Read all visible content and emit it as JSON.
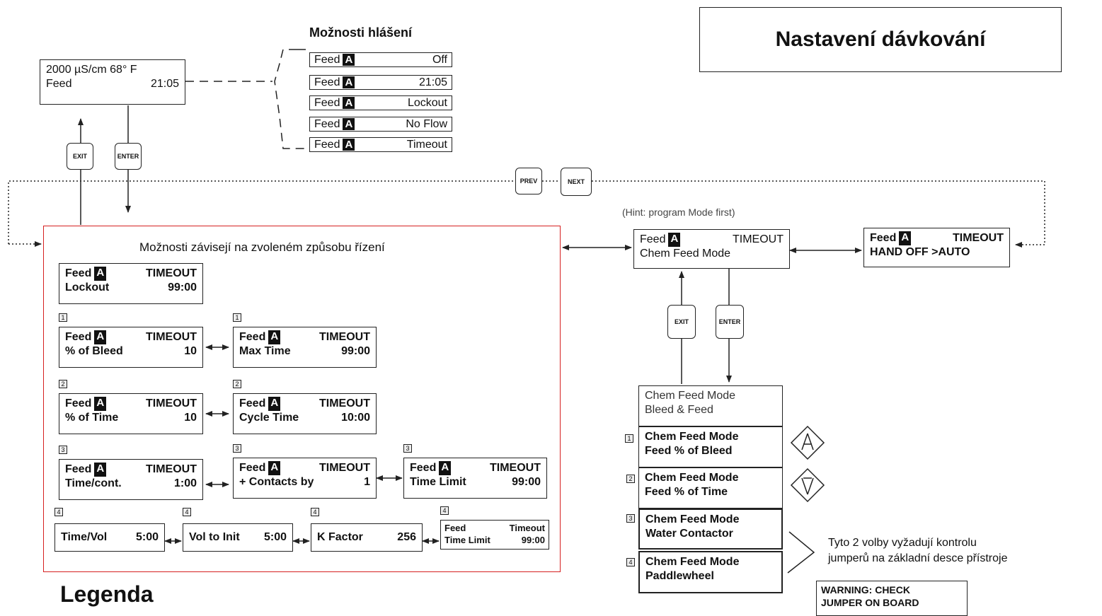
{
  "title": "Nastavení dávkování",
  "main_display": {
    "line1": "2000 µS/cm 68° F",
    "line2_left": "Feed",
    "line2_right": "21:05"
  },
  "reports": {
    "heading": "Možnosti hlášení",
    "items": [
      {
        "label": "Feed",
        "badge": "A",
        "status": "Off"
      },
      {
        "label": "Feed",
        "badge": "A",
        "status": "21:05"
      },
      {
        "label": "Feed",
        "badge": "A",
        "status": "Lockout"
      },
      {
        "label": "Feed",
        "badge": "A",
        "status": "No Flow"
      },
      {
        "label": "Feed",
        "badge": "A",
        "status": "Timeout"
      }
    ]
  },
  "keys": {
    "exit": "EXIT",
    "enter": "ENTER",
    "prev": "PREV",
    "next": "NEXT"
  },
  "hint": "(Hint: program Mode first)",
  "mode_screen": {
    "label": "Feed",
    "badge": "A",
    "timeout": "TIMEOUT",
    "line2": "Chem Feed Mode"
  },
  "hoa_screen": {
    "label": "Feed",
    "badge": "A",
    "timeout": "TIMEOUT",
    "line2": "HAND  OFF  >AUTO"
  },
  "panel": {
    "caption": "Možnosti závisejí na zvoleném způsobu řízení",
    "lockout": {
      "label": "Feed",
      "badge": "A",
      "timeout": "TIMEOUT",
      "name": "Lockout",
      "value": "99:00"
    },
    "row1": [
      {
        "tag": "1",
        "label": "Feed",
        "badge": "A",
        "timeout": "TIMEOUT",
        "name": "% of Bleed",
        "value": "10"
      },
      {
        "tag": "1",
        "label": "Feed",
        "badge": "A",
        "timeout": "TIMEOUT",
        "name": "Max Time",
        "value": "99:00"
      }
    ],
    "row2": [
      {
        "tag": "2",
        "label": "Feed",
        "badge": "A",
        "timeout": "TIMEOUT",
        "name": "% of Time",
        "value": "10"
      },
      {
        "tag": "2",
        "label": "Feed",
        "badge": "A",
        "timeout": "TIMEOUT",
        "name": "Cycle Time",
        "value": "10:00"
      }
    ],
    "row3": [
      {
        "tag": "3",
        "label": "Feed",
        "badge": "A",
        "timeout": "TIMEOUT",
        "name": "Time/cont.",
        "value": "1:00"
      },
      {
        "tag": "3",
        "label": "Feed",
        "badge": "A",
        "timeout": "TIMEOUT",
        "name": "+ Contacts by",
        "value": "1"
      },
      {
        "tag": "3",
        "label": "Feed",
        "badge": "A",
        "timeout": "TIMEOUT",
        "name": "Time Limit",
        "value": "99:00"
      }
    ],
    "row4": [
      {
        "tag": "4",
        "name": "Time/Vol",
        "value": "5:00"
      },
      {
        "tag": "4",
        "name": "Vol to Init",
        "value": "5:00"
      },
      {
        "tag": "4",
        "name": "K Factor",
        "value": "256"
      },
      {
        "tag": "4",
        "line1_left": "Feed",
        "line1_right": "Timeout",
        "name": "Time Limit",
        "value": "99:00"
      }
    ]
  },
  "modes": [
    {
      "tag": "",
      "line1": "Chem Feed Mode",
      "line2": "Bleed & Feed"
    },
    {
      "tag": "1",
      "line1": "Chem Feed Mode",
      "line2": "Feed % of Bleed"
    },
    {
      "tag": "2",
      "line1": "Chem Feed Mode",
      "line2": "Feed % of Time"
    },
    {
      "tag": "3",
      "line1": "Chem Feed Mode",
      "line2": "Water Contactor"
    },
    {
      "tag": "4",
      "line1": "Chem Feed Mode",
      "line2": "Paddlewheel"
    }
  ],
  "note": {
    "line1": "Tyto 2 volby vyžadují kontrolu",
    "line2": "jumperů na základní desce přístroje"
  },
  "warning": {
    "line1": "WARNING: CHECK",
    "line2": "JUMPER ON BOARD"
  },
  "legend": "Legenda"
}
